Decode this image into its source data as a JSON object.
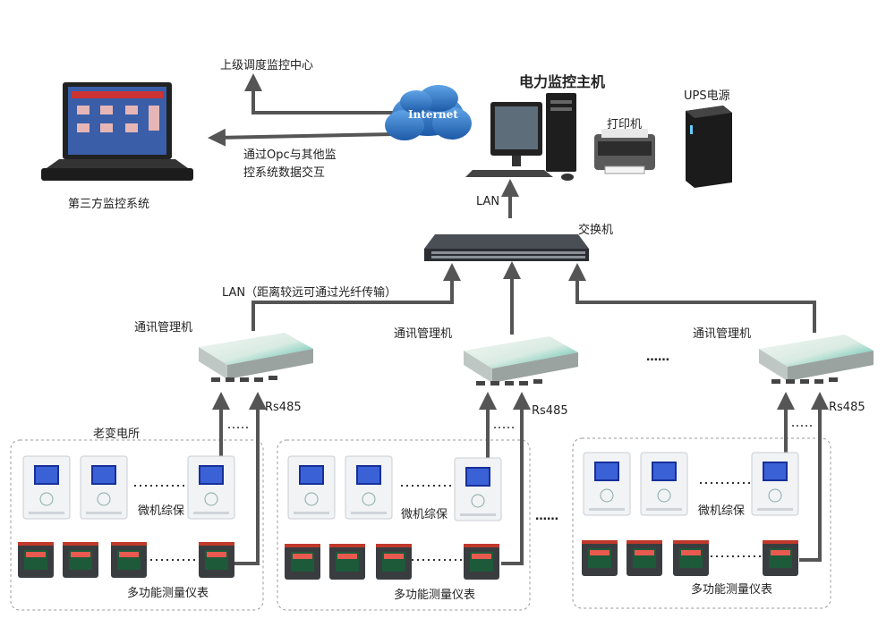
{
  "labels": {
    "upper_dispatch": "上级调度监控中心",
    "internet": "Internet",
    "opc_line1": "通过Opc与其他监",
    "opc_line2": "控系统数据交互",
    "third_party": "第三方监控系统",
    "main_host": "电力监控主机",
    "printer": "打印机",
    "ups": "UPS电源",
    "lan_top": "LAN",
    "switch": "交换机",
    "lan_fiber": "LAN（距离较远可通过光纤传输）",
    "comm_mgr": "通讯管理机",
    "rs485": "Rs485",
    "old_substation": "老变电所",
    "protection": "微机综保",
    "multimeter": "多功能测量仪表",
    "dots_long": "……",
    "dots_short": "……"
  },
  "colors": {
    "arrow": "#555555",
    "cloud": "#2a6fc0",
    "device_green": "#3bb9a0",
    "border_dash": "#888888"
  }
}
